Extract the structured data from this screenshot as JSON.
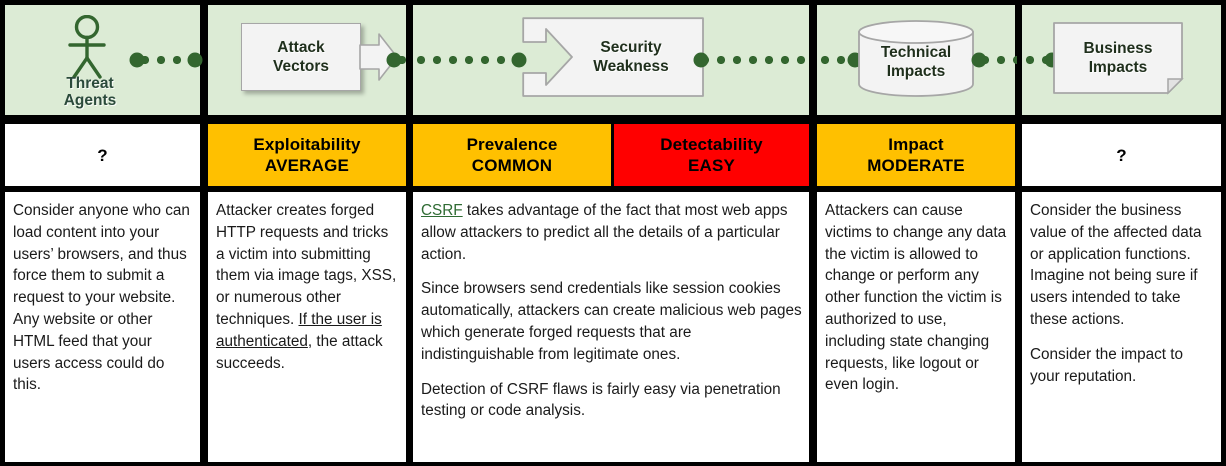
{
  "colors": {
    "panel_green": "#dcebd5",
    "connector_green": "#33662f",
    "rating_amber": "#ffc000",
    "rating_red": "#ff0000",
    "rating_white": "#ffffff",
    "border_black": "#000000",
    "link_green": "#2f6b33"
  },
  "flow": {
    "nodes": [
      {
        "id": "threat-agents",
        "label": "Threat\nAgents",
        "label_line1": "Threat",
        "label_line2": "Agents",
        "shape": "actor-stick-figure"
      },
      {
        "id": "attack-vectors",
        "label_line1": "Attack",
        "label_line2": "Vectors",
        "shape": "arrow-right-box"
      },
      {
        "id": "security-weakness",
        "label_line1": "Security",
        "label_line2": "Weakness",
        "shape": "arrow-in-box"
      },
      {
        "id": "technical-impacts",
        "label_line1": "Technical",
        "label_line2": "Impacts",
        "shape": "cylinder"
      },
      {
        "id": "business-impacts",
        "label_line1": "Business",
        "label_line2": "Impacts",
        "shape": "document-folded-corner"
      }
    ]
  },
  "ratings": [
    {
      "id": "threat-agents",
      "line1": "?",
      "line2": "",
      "color": "#ffffff",
      "unknown": true
    },
    {
      "id": "exploitability",
      "line1": "Exploitability",
      "line2": "AVERAGE",
      "color": "#ffc000",
      "unknown": false
    },
    {
      "id": "prevalence",
      "line1": "Prevalence",
      "line2": "COMMON",
      "color": "#ffc000",
      "unknown": false
    },
    {
      "id": "detectability",
      "line1": "Detectability",
      "line2": "EASY",
      "color": "#ff0000",
      "unknown": false
    },
    {
      "id": "impact",
      "line1": "Impact",
      "line2": "MODERATE",
      "color": "#ffc000",
      "unknown": false
    },
    {
      "id": "business-impacts",
      "line1": "?",
      "line2": "",
      "color": "#ffffff",
      "unknown": true
    }
  ],
  "descriptions": {
    "threat_agents": {
      "p1": "Consider anyone who can load content into your users’ browsers, and thus force them to submit a request to your website. Any website or other HTML feed that your users access could do this."
    },
    "attack_vectors": {
      "p1_before": "Attacker creates forged HTTP requests and tricks a victim into submitting them via image tags, XSS, or numerous other techniques. ",
      "p1_underlined": "If the user is authenticated",
      "p1_after": ", the attack succeeds."
    },
    "security_weakness": {
      "p1_link": "CSRF",
      "p1_after": " takes advantage of the fact that most web apps allow attackers to predict all the details of a particular action.",
      "p2": "Since browsers send credentials like session cookies automatically, attackers can create malicious web pages which generate forged requests that are indistinguishable from legitimate ones.",
      "p3": "Detection of CSRF flaws is fairly easy via penetration testing or code analysis."
    },
    "technical_impacts": {
      "p1": "Attackers can cause victims to change any data the victim is allowed to change or perform any other function the victim is authorized to use, including state changing requests, like logout or even login."
    },
    "business_impacts": {
      "p1": "Consider the business value of the affected data or application functions. Imagine not being sure if users intended to take these actions.",
      "p2": "Consider the impact to your reputation."
    }
  }
}
